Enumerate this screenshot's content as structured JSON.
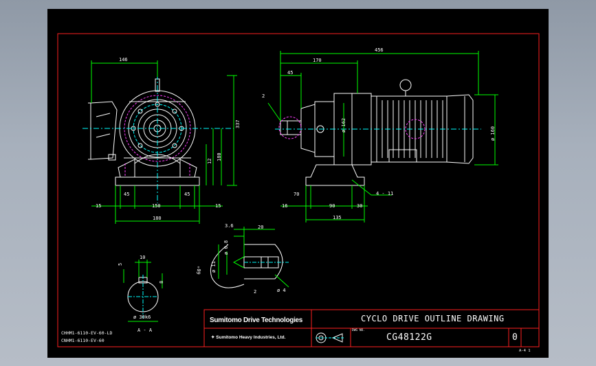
{
  "dimensions": {
    "front_width_top": "146",
    "front_height": "337",
    "front_h1": "12",
    "front_h2": "180",
    "front_edge_left": "15",
    "front_inner_left": "45",
    "front_center_span": "150",
    "front_inner_right": "45",
    "front_edge_right": "15",
    "front_total_width": "180",
    "side_total_length": "456",
    "side_upper_length": "170",
    "side_shaft_offset": "45",
    "side_bottom_a": "16",
    "side_bottom_b": "70",
    "side_bottom_c": "90",
    "side_bottom_d": "30",
    "side_bottom_total": "135",
    "motor_dia": "ø 160",
    "flange_dia": "ø 162",
    "mount_holes": "4 - 11",
    "detail_ref": "2",
    "shaft_len": "20",
    "shaft_step": "3.6",
    "shaft_dia_a": "ø 6.8",
    "shaft_dia_b": "ø 11",
    "shaft_angle": "60°",
    "shaft_end": "ø 4",
    "shaft_mark": "2",
    "key_width": "10",
    "key_depth": "5",
    "key_height": "8",
    "section_dia": "ø 30k6",
    "section_label": "A - A"
  },
  "model_codes": [
    "CHHM1-6110-EV-60-LD",
    "CNHM1-6110-EV-60"
  ],
  "title_block": {
    "company": "Sumitomo Drive Technologies",
    "subsidiary": "Sumitomo Heavy Industries, Ltd.",
    "title": "CYCLO DRIVE OUTLINE DRAWING",
    "drawing_no_label": "DWG NO.",
    "drawing_no": "CG48122G",
    "revision": "0",
    "sheet_size": "A-4 1"
  },
  "colors": {
    "frame": "#ff2020",
    "outline": "#ffffff",
    "dimension": "#00ff00",
    "centerline": "#00ffff",
    "hidden": "#ff40ff"
  }
}
